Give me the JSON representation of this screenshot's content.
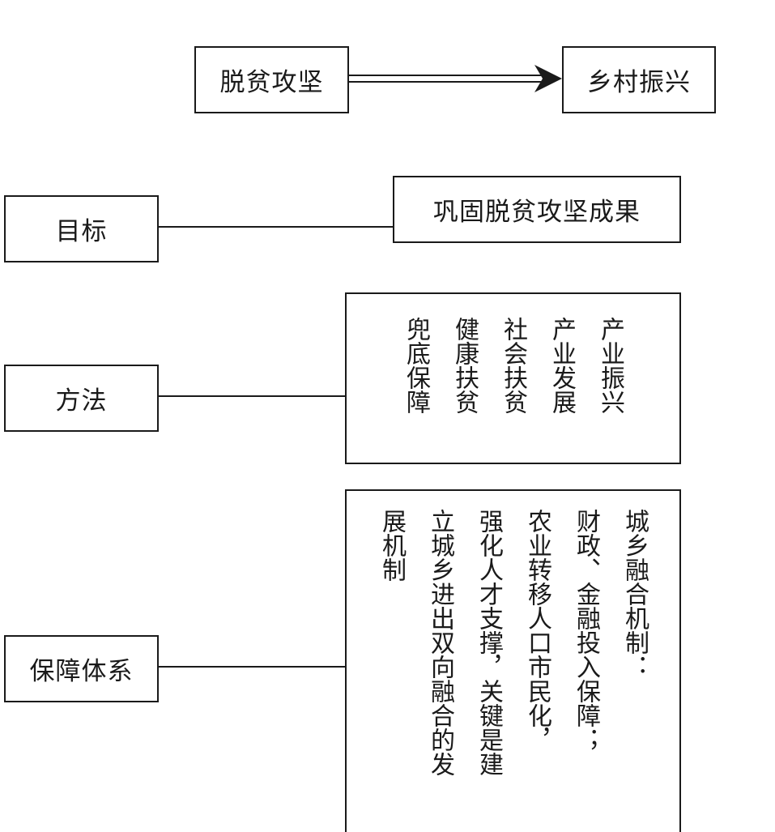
{
  "top": {
    "from": "脱贫攻坚",
    "to": "乡村振兴"
  },
  "rows": {
    "goal": {
      "label": "目标",
      "content": "巩固脱贫攻坚成果"
    },
    "method": {
      "label": "方法",
      "items": [
        "产业振兴",
        "产业发展",
        "社会扶贫",
        "健康扶贫",
        "兜底保障"
      ]
    },
    "support": {
      "label": "保障体系",
      "columns": [
        "城乡融合机制：",
        "财政、金融投入保障；",
        "农业转移人口市民化，",
        "强化人才支撑，关键是建",
        "立城乡进出双向融合的发",
        "展机制"
      ]
    }
  },
  "colors": {
    "stroke": "#1a1a1a",
    "background": "#ffffff"
  }
}
